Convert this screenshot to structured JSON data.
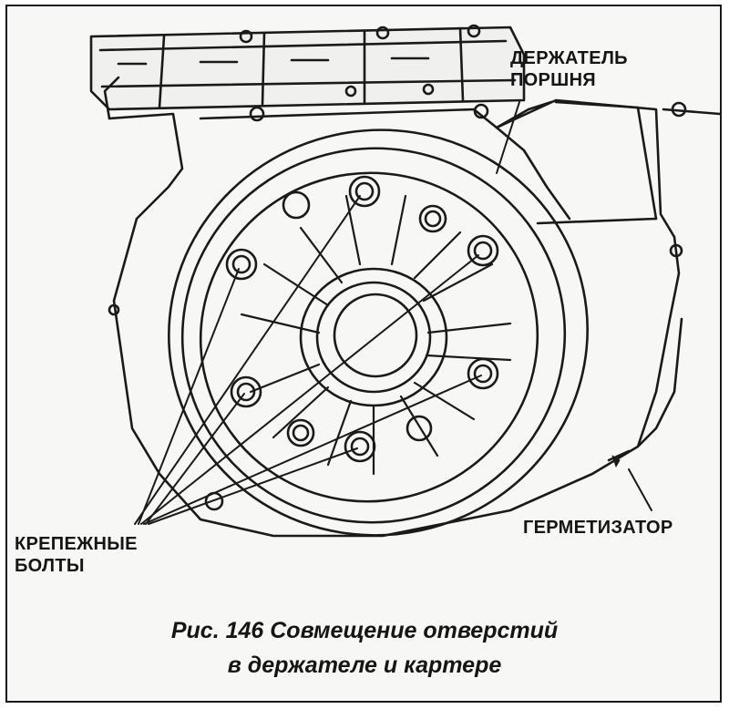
{
  "labels": {
    "piston_holder": [
      "ДЕРЖАТЕЛЬ",
      "ПОРШНЯ"
    ],
    "sealant": "ГЕРМЕТИЗАТОР",
    "mounting_bolts": [
      "КРЕПЕЖНЫЕ",
      "БОЛТЫ"
    ]
  },
  "caption": {
    "line1": "Рис. 146 Совмещение отверстий",
    "line2": "в держателе и картере"
  },
  "colors": {
    "ink": "#151515",
    "paper": "#f7f7f5"
  }
}
